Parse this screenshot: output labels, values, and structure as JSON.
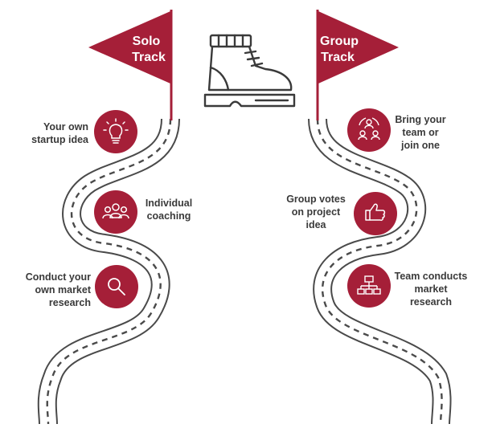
{
  "solo_track": {
    "flag_title": [
      "Solo",
      "Track"
    ],
    "steps": [
      {
        "label": [
          "Your own",
          "startup idea"
        ],
        "icon": "lightbulb-icon"
      },
      {
        "label": [
          "Individual",
          "coaching"
        ],
        "icon": "people-group-icon"
      },
      {
        "label": [
          "Conduct your",
          "own market",
          "research"
        ],
        "icon": "magnifier-icon"
      }
    ]
  },
  "group_track": {
    "flag_title": [
      "Group",
      "Track"
    ],
    "steps": [
      {
        "label": [
          "Bring your",
          "team or",
          "join one"
        ],
        "icon": "team-cycle-icon"
      },
      {
        "label": [
          "Group votes",
          "on project",
          "idea"
        ],
        "icon": "thumbs-up-icon"
      },
      {
        "label": [
          "Team conducts",
          "market",
          "research"
        ],
        "icon": "org-chart-icon"
      }
    ]
  },
  "center_icon": "boot-icon",
  "colors": {
    "accent": "#a51f38",
    "road_stroke": "#4a4a4a",
    "label_text": "#3a3a3a",
    "background": "#ffffff"
  }
}
